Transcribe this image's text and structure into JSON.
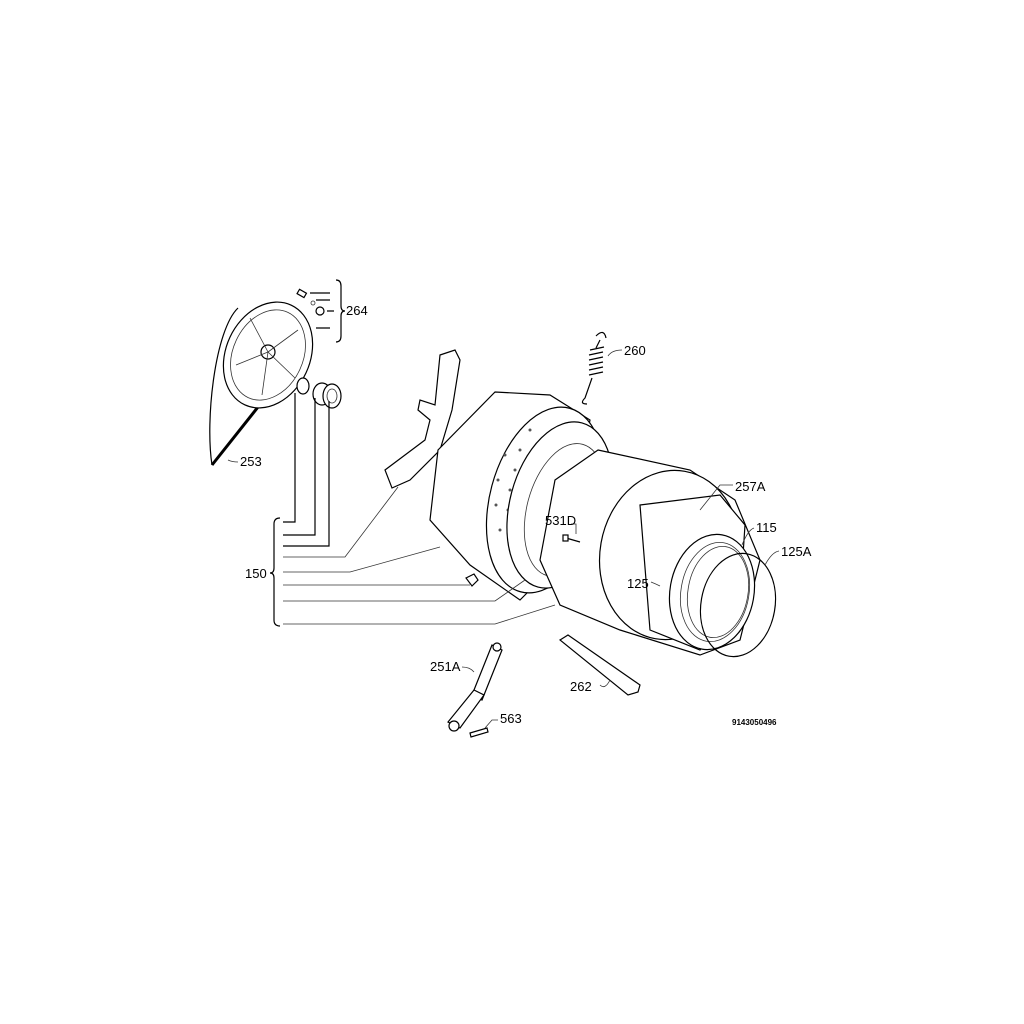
{
  "diagram": {
    "type": "exploded-parts-view",
    "labels": {
      "p264": "264",
      "p260": "260",
      "p253": "253",
      "p257A": "257A",
      "p115": "115",
      "p125A": "125A",
      "p531D": "531D",
      "p125": "125",
      "p150": "150",
      "p251A": "251A",
      "p262": "262",
      "p563": "563"
    },
    "drawing_code": "9143050496"
  }
}
